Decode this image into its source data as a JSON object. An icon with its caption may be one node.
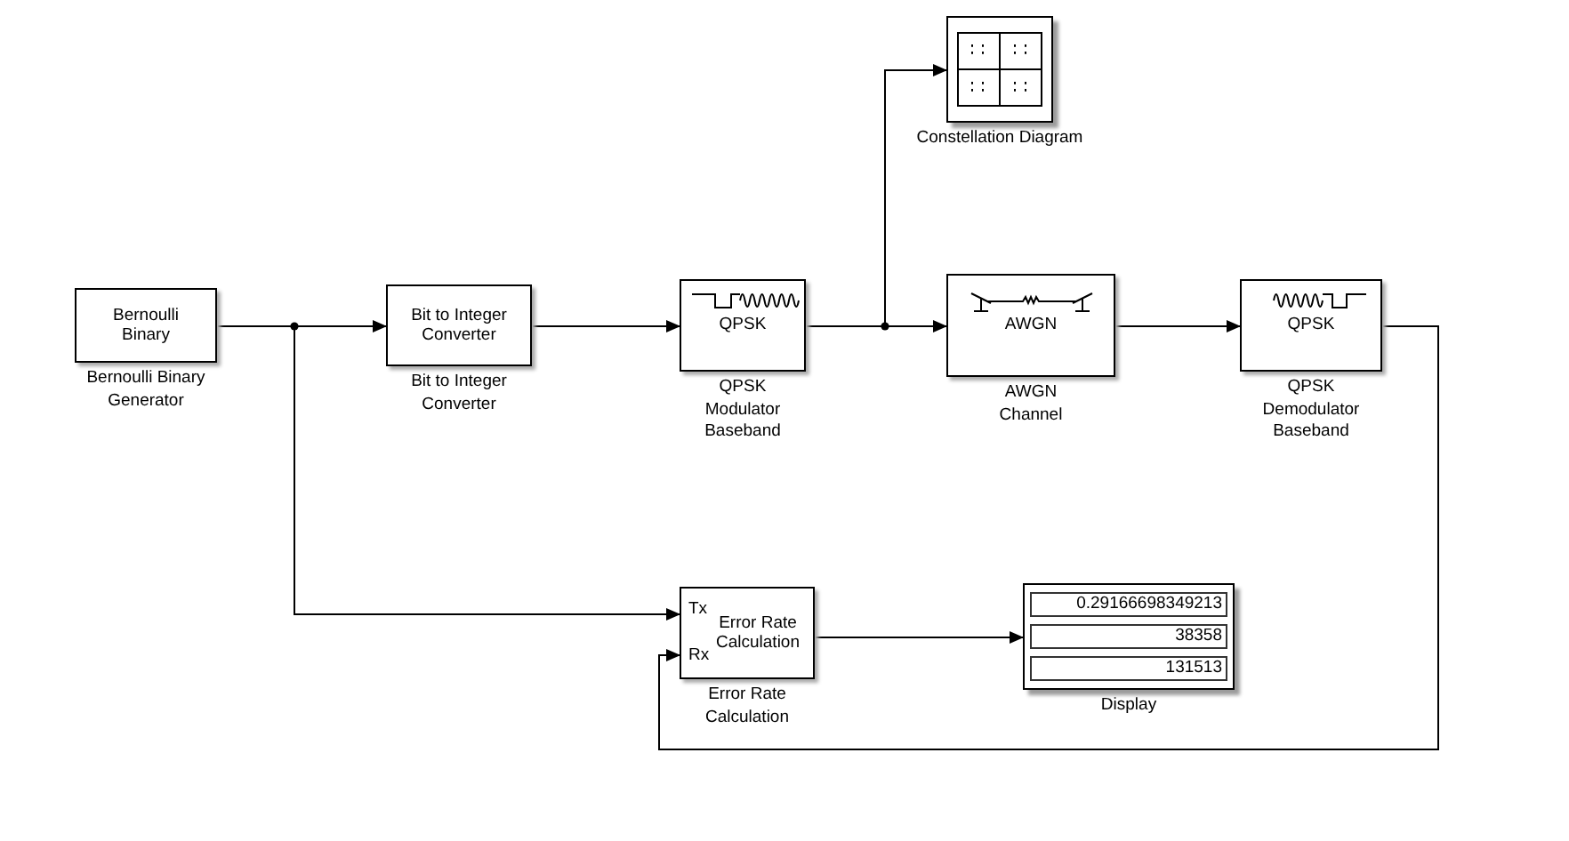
{
  "diagram": {
    "nodes": [
      {
        "text": [
          "Bernoulli Binary"
        ],
        "beside": [
          "Bernoulli Binary Generator"
        ]
      },
      {
        "text": [
          "Bit to Integer Converter"
        ],
        "beside": [
          "Bit to Integer Converter"
        ]
      },
      {
        "text": [
          "QPSK"
        ],
        "beside": [
          "QPSK Modulator Baseband"
        ]
      },
      {
        "text": [],
        "shape": "box",
        "beside": [
          "Constellation Diagram"
        ]
      },
      {
        "text": [
          "AWGN"
        ],
        "beside": [
          "AWGN Channel"
        ]
      },
      {
        "text": [
          "QPSK"
        ],
        "beside": [
          "QPSK Demodulator Baseband"
        ]
      },
      {
        "text": [
          "Tx",
          "Error Rate Calculation",
          "Rx"
        ],
        "beside": [
          "Error Rate Calculation"
        ]
      },
      {
        "text": [
          "0.29166698349213",
          "38358",
          "131513"
        ],
        "beside": [
          "Display"
        ]
      }
    ],
    "edges": [
      {
        "from": 0,
        "to": 1,
        "arrow": "to"
      },
      {
        "from": 0,
        "to": 6,
        "arrow": "to"
      },
      {
        "from": 1,
        "to": 2,
        "arrow": "to"
      },
      {
        "from": 2,
        "to": 4,
        "arrow": "to"
      },
      {
        "from": 2,
        "to": 3,
        "arrow": "to"
      },
      {
        "from": 4,
        "to": 5,
        "arrow": "to"
      },
      {
        "from": 5,
        "to": 6,
        "arrow": "to"
      },
      {
        "from": 6,
        "to": 7,
        "arrow": "to"
      }
    ]
  }
}
